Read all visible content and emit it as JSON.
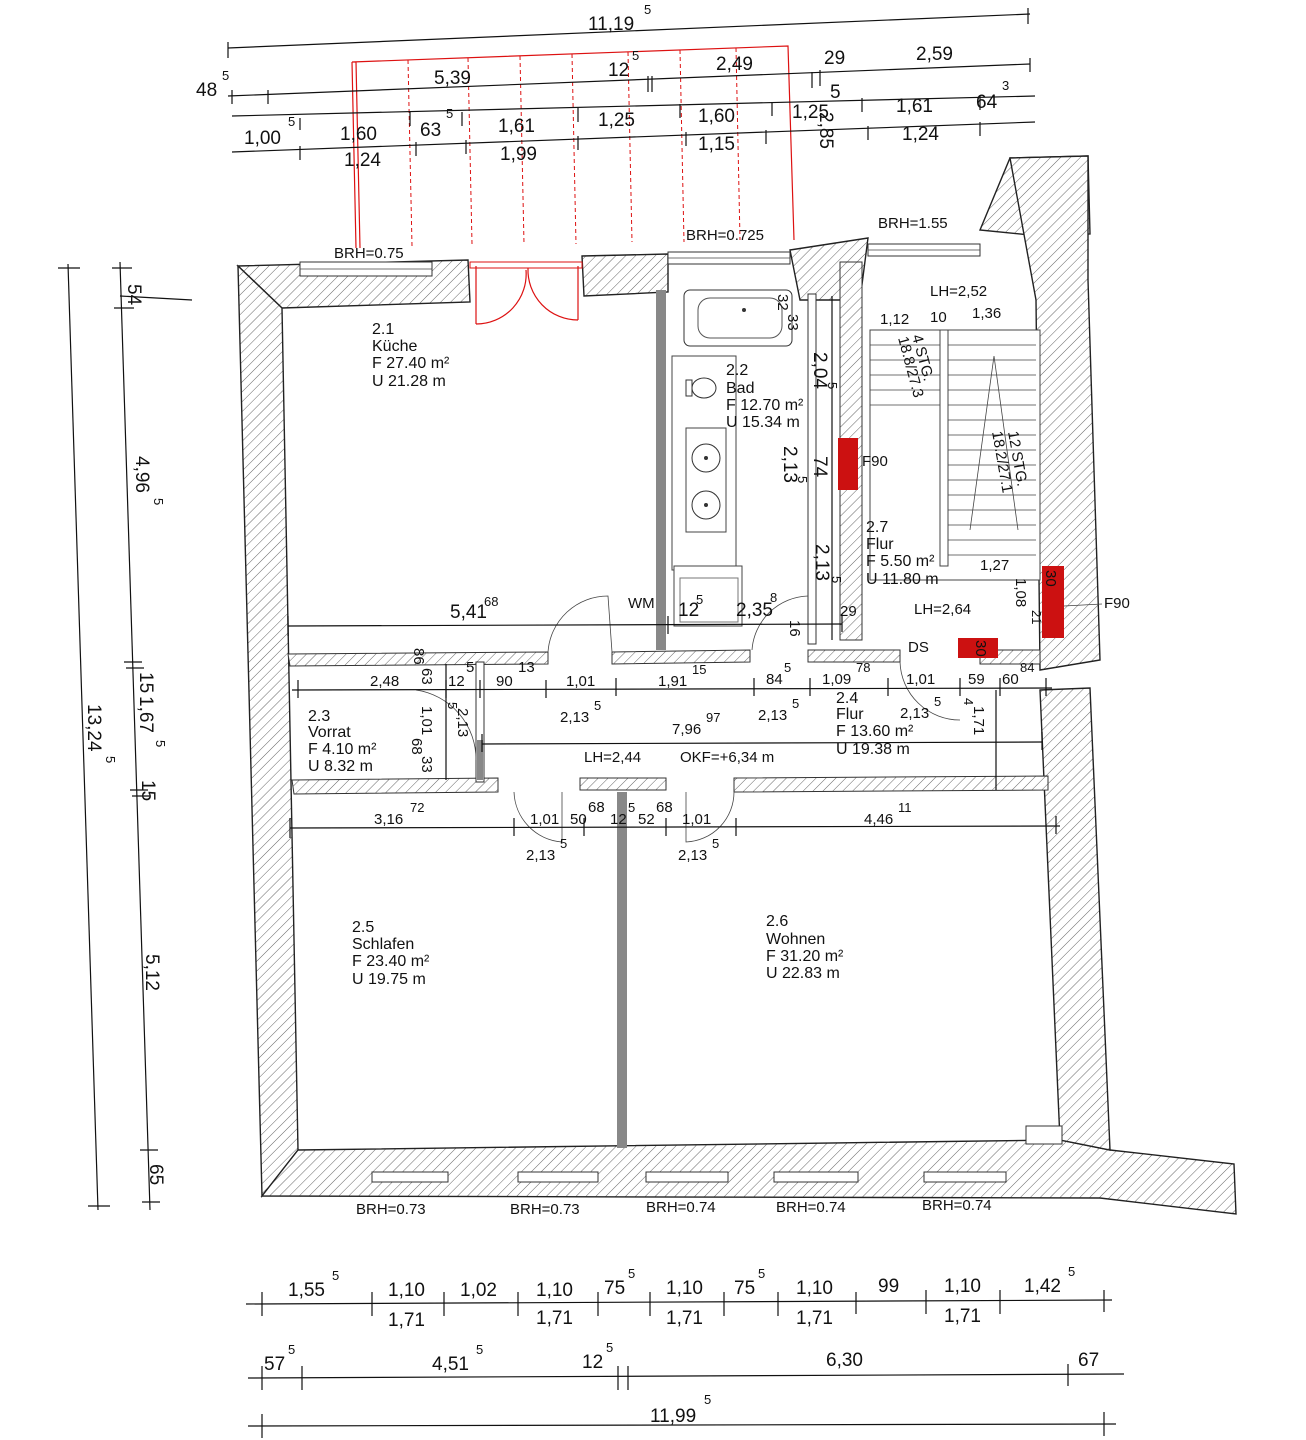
{
  "rooms": {
    "kueche": {
      "no": "2.1",
      "name": "Küche",
      "area": "F 27.40 m²",
      "perimeter": "U 21.28 m"
    },
    "bad": {
      "no": "2.2",
      "name": "Bad",
      "area": "F 12.70 m²",
      "perimeter": "U 15.34 m"
    },
    "vorrat": {
      "no": "2.3",
      "name": "Vorrat",
      "area": "F 4.10 m²",
      "perimeter": "U 8.32 m"
    },
    "flur24": {
      "no": "2.4",
      "name": "Flur",
      "area": "F 13.60 m²",
      "perimeter": "U 19.38 m"
    },
    "schlafen": {
      "no": "2.5",
      "name": "Schlafen",
      "area": "F 23.40 m²",
      "perimeter": "U 19.75 m"
    },
    "wohnen": {
      "no": "2.6",
      "name": "Wohnen",
      "area": "F 31.20 m²",
      "perimeter": "U 22.83 m"
    },
    "flur27": {
      "no": "2.7",
      "name": "Flur",
      "area": "F 5.50 m²",
      "perimeter": "U 11.80 m"
    }
  },
  "notes": {
    "brh_top_1": "BRH=0.75",
    "brh_top_2": "BRH=0.725",
    "brh_top_3": "BRH=1.55",
    "brh_bottom": [
      "BRH=0.73",
      "BRH=0.73",
      "BRH=0.74",
      "BRH=0.74",
      "BRH=0.74"
    ],
    "lh_stair": "LH=2,52",
    "lh_flur27": "LH=2,64",
    "lh_flur24": "LH=2,44",
    "okf": "OKF=+6,34 m",
    "ds": "DS",
    "wm": "WM",
    "f90_a": "F90",
    "f90_b": "F90",
    "stair_a": "4 STG.",
    "stair_a_dim": "18.8/27.3",
    "stair_b": "12 STG.",
    "stair_b_dim": "18.2/27.1"
  },
  "dims": {
    "top_overall": {
      "v": "11,19",
      "s": "5"
    },
    "top_r1": {
      "left": {
        "v": "48",
        "s": "5"
      },
      "a": "5,39",
      "b": {
        "v": "12",
        "s": "5"
      },
      "c": "2,49",
      "d": "29",
      "e": "2,59"
    },
    "top_r2": {
      "a": "1,60",
      "b": {
        "v": "63",
        "s": "5"
      },
      "c": "1,61",
      "d": "1,25",
      "e": "1,60",
      "f": "1,25",
      "f5": "5",
      "g": "1,61",
      "h": {
        "v": "64",
        "s": "3"
      }
    },
    "top_r3": {
      "a": {
        "v": "1,00",
        "s": "5"
      },
      "b": "1,24",
      "c": "1,99",
      "d": "1,15",
      "e": "2,85",
      "f": "1,24"
    },
    "left": {
      "a": "54",
      "b": {
        "v": "4,96",
        "s": "5"
      },
      "c": "15",
      "d": {
        "v": "1,67",
        "s": "5"
      },
      "e": "15",
      "f": "5,12",
      "g": "65",
      "total": {
        "v": "13,24",
        "s": "5"
      }
    },
    "kueche_w": {
      "v": "5,41",
      "s": "68"
    },
    "bad_w": {
      "v": "2,35",
      "s": "8"
    },
    "bad_12": {
      "v": "12",
      "s": "5"
    },
    "bad_h1": {
      "v": "2,04",
      "s": "5"
    },
    "bad_h2": {
      "v": "2,13",
      "s": "5"
    },
    "bad_74": "74",
    "bad_32": "32",
    "bad_33": "33",
    "bad_h3": {
      "v": "2,13",
      "s": "5"
    },
    "bad_29": "29",
    "bad_16": "16",
    "stair_112": "1,12",
    "stair_10": "10",
    "stair_136": "1,36",
    "stair_127": "1,27",
    "stair_108": {
      "v": "1,08",
      "s": "21"
    },
    "stair_30a": "30",
    "stair_30b": "30",
    "corr_row": {
      "a": "2,48",
      "b": "86",
      "c": "5",
      "d": "12",
      "e": "90",
      "f": "13",
      "g": "1,01",
      "h": {
        "v": "1,91",
        "s": "15"
      },
      "i": {
        "v": "84",
        "s": "5"
      },
      "j": {
        "v": "1,09",
        "s": "78"
      },
      "k": "1,01",
      "l": "59",
      "m": {
        "v": "60",
        "s": "84"
      }
    },
    "corr_row2": {
      "a": {
        "v": "2,13",
        "s": "5"
      },
      "b": {
        "v": "2,13",
        "s": "5"
      },
      "c": {
        "v": "2,13",
        "s": "5"
      },
      "d": {
        "v": "1,71",
        "s": "4"
      }
    },
    "corr_total": {
      "v": "7,96",
      "s": "97"
    },
    "vorrat_v": {
      "a": "63",
      "b": "1,01",
      "c": {
        "v": "2,13",
        "s": "5"
      },
      "d": "68",
      "e": "33"
    },
    "lower_row": {
      "a": {
        "v": "3,16",
        "s": "72"
      },
      "b": "1,01",
      "c": "50",
      "d": "68",
      "e": {
        "v": "12",
        "s": "5"
      },
      "f": "52",
      "g": "68",
      "h": "1,01",
      "i": {
        "v": "4,46",
        "s": "11"
      }
    },
    "lower_row2": {
      "a": {
        "v": "2,13",
        "s": "5"
      },
      "b": {
        "v": "2,13",
        "s": "5"
      }
    },
    "bot_r1": [
      "1,55",
      "1,10",
      "1,02",
      "1,10",
      "75",
      "1,10",
      "75",
      "1,10",
      "99",
      "1,10",
      "1,42"
    ],
    "bot_r1_sup": [
      "5",
      "",
      "",
      "",
      "5",
      "",
      "5",
      "",
      "",
      "",
      "5"
    ],
    "bot_r2": [
      "1,71",
      "1,71",
      "1,71",
      "1,71",
      "1,71"
    ],
    "bot_r3": {
      "a": {
        "v": "57",
        "s": "5"
      },
      "b": {
        "v": "4,51",
        "s": "5"
      },
      "c": {
        "v": "12",
        "s": "5"
      },
      "d": "6,30",
      "e": "67"
    },
    "bot_total": {
      "v": "11,99",
      "s": "5"
    }
  }
}
